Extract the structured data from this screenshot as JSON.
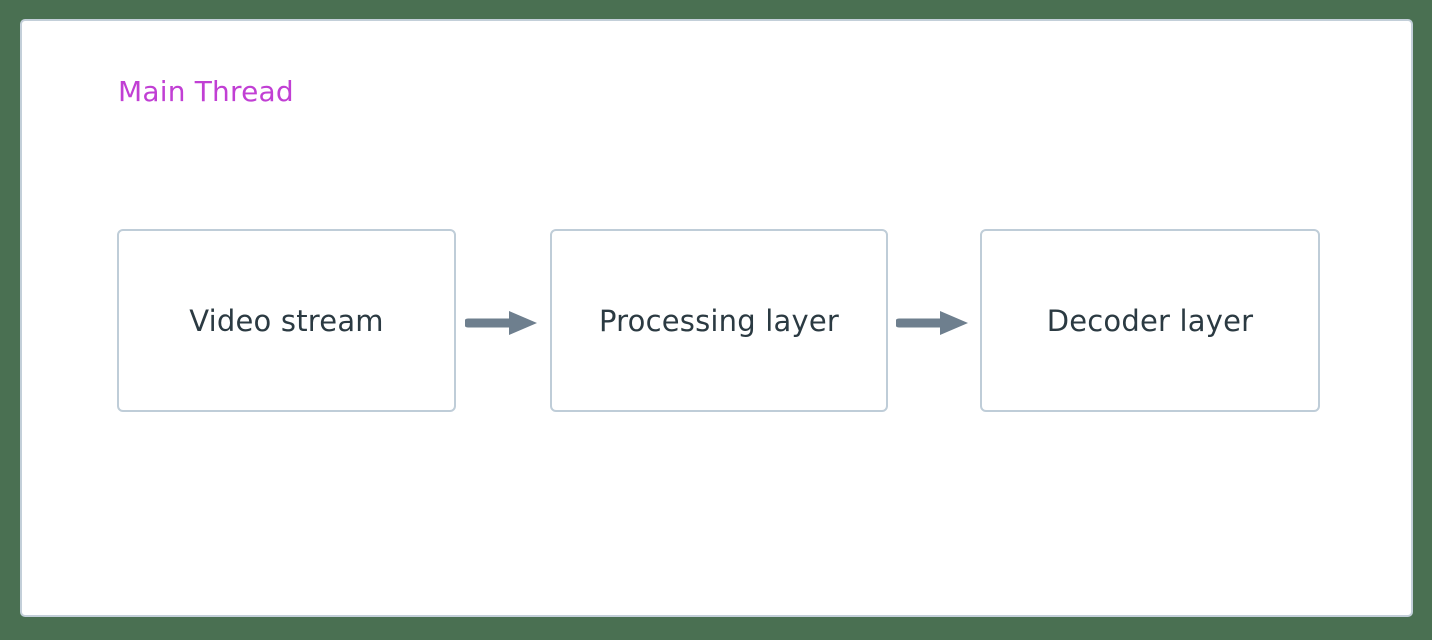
{
  "diagram": {
    "type": "flowchart",
    "orientation": "left-to-right",
    "background_color": "#4a7052",
    "panel": {
      "title": "Main Thread",
      "title_color": "#c13fd4",
      "background_color": "#ffffff",
      "border_color": "#c3cfd9"
    },
    "nodes": [
      {
        "id": "video-stream",
        "label": "Video stream",
        "border_color": "#bfcdd8",
        "text_color": "#2b3a42"
      },
      {
        "id": "processing-layer",
        "label": "Processing layer",
        "border_color": "#bfcdd8",
        "text_color": "#2b3a42"
      },
      {
        "id": "decoder-layer",
        "label": "Decoder layer",
        "border_color": "#bfcdd8",
        "text_color": "#2b3a42"
      }
    ],
    "edges": [
      {
        "id": "edge-video-to-processing",
        "from": "video-stream",
        "to": "processing-layer",
        "style": "solid-arrow",
        "color": "#6e7f8e",
        "label": ""
      },
      {
        "id": "edge-processing-to-decoder",
        "from": "processing-layer",
        "to": "decoder-layer",
        "style": "solid-arrow",
        "color": "#6e7f8e",
        "label": ""
      }
    ]
  }
}
